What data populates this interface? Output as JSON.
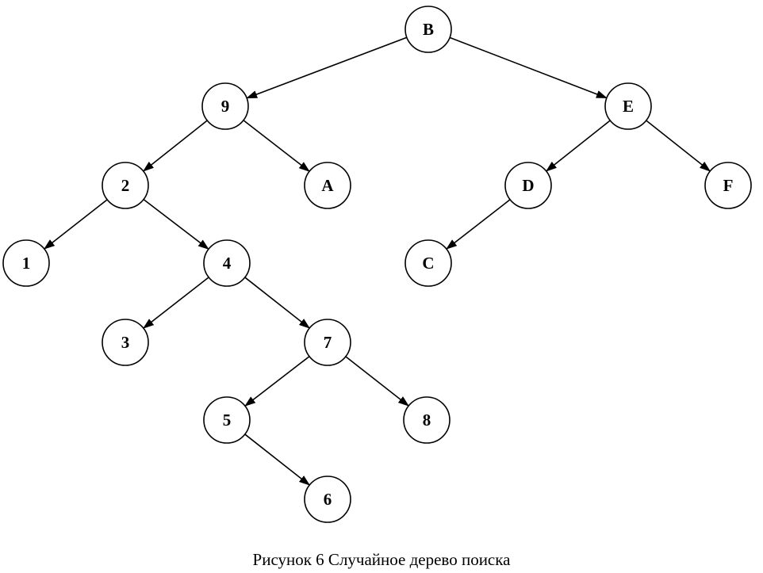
{
  "diagram": {
    "type": "binary-search-tree",
    "caption": "Рисунок 6 Случайное дерево поиска",
    "colors": {
      "stroke": "#000000",
      "node_fill": "#ffffff",
      "text": "#000000"
    },
    "nodes": [
      {
        "id": "B",
        "label": "B"
      },
      {
        "id": "9",
        "label": "9"
      },
      {
        "id": "E",
        "label": "E"
      },
      {
        "id": "2",
        "label": "2"
      },
      {
        "id": "A",
        "label": "A"
      },
      {
        "id": "D",
        "label": "D"
      },
      {
        "id": "F",
        "label": "F"
      },
      {
        "id": "1",
        "label": "1"
      },
      {
        "id": "4",
        "label": "4"
      },
      {
        "id": "C",
        "label": "C"
      },
      {
        "id": "3",
        "label": "3"
      },
      {
        "id": "7",
        "label": "7"
      },
      {
        "id": "5",
        "label": "5"
      },
      {
        "id": "8",
        "label": "8"
      },
      {
        "id": "6",
        "label": "6"
      }
    ],
    "edges": [
      {
        "from": "B",
        "to": "9"
      },
      {
        "from": "B",
        "to": "E"
      },
      {
        "from": "9",
        "to": "2"
      },
      {
        "from": "9",
        "to": "A"
      },
      {
        "from": "E",
        "to": "D"
      },
      {
        "from": "E",
        "to": "F"
      },
      {
        "from": "2",
        "to": "1"
      },
      {
        "from": "2",
        "to": "4"
      },
      {
        "from": "D",
        "to": "C"
      },
      {
        "from": "4",
        "to": "3"
      },
      {
        "from": "4",
        "to": "7"
      },
      {
        "from": "7",
        "to": "5"
      },
      {
        "from": "7",
        "to": "8"
      },
      {
        "from": "5",
        "to": "6"
      }
    ]
  }
}
